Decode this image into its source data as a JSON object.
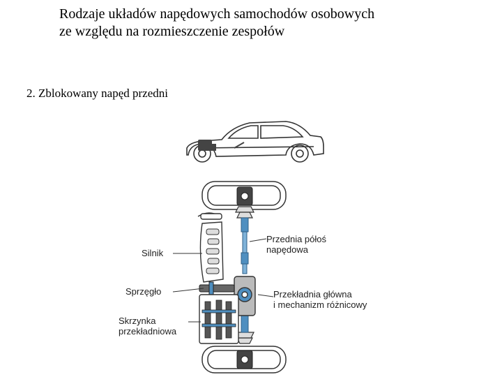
{
  "heading": {
    "line1": "Rodzaje układów napędowych samochodów osobowych",
    "line2": "ze względu na rozmieszczenie zespołów"
  },
  "section_label": "2. Zblokowany napęd przedni",
  "diagram": {
    "labels": {
      "engine": "Silnik",
      "clutch": "Sprzęgło",
      "gearbox_line1": "Skrzynka",
      "gearbox_line2": "przekładniowa",
      "halfshaft_line1": "Przednia półoś",
      "halfshaft_line2": "napędowa",
      "final_drive_line1": "Przekładnia główna",
      "final_drive_line2": "i mechanizm różnicowy"
    },
    "colors": {
      "driveline_accent": "#4f8fc0",
      "line": "#333333"
    }
  }
}
